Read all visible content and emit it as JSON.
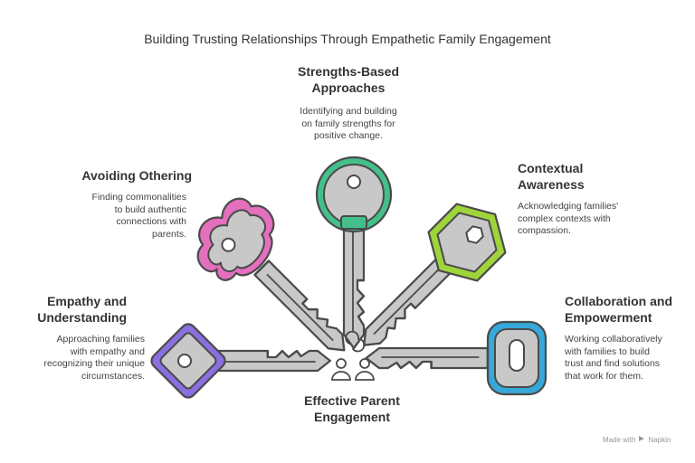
{
  "title": "Building Trusting Relationships Through Empathetic Family Engagement",
  "center": {
    "lines": [
      "Effective Parent",
      "Engagement"
    ],
    "icon": "people-collaboration-icon"
  },
  "items": [
    {
      "id": "strengths",
      "heading_lines": [
        "Strengths-Based",
        "Approaches"
      ],
      "desc_lines": [
        "Identifying and building",
        "on family strengths for",
        "positive change."
      ],
      "color": "#43c08a",
      "icon": "key-icon"
    },
    {
      "id": "othering",
      "heading_lines": [
        "Avoiding Othering"
      ],
      "desc_lines": [
        "Finding commonalities",
        "to build authentic",
        "connections with",
        "parents."
      ],
      "color": "#e36fbd",
      "icon": "key-icon"
    },
    {
      "id": "contextual",
      "heading_lines": [
        "Contextual",
        "Awareness"
      ],
      "desc_lines": [
        "Acknowledging families'",
        "complex contexts with",
        "compassion."
      ],
      "color": "#9fd43a",
      "icon": "key-icon"
    },
    {
      "id": "empathy",
      "heading_lines": [
        "Empathy and",
        "Understanding"
      ],
      "desc_lines": [
        "Approaching families",
        "with empathy and",
        "recognizing their unique",
        "circumstances."
      ],
      "color": "#8a6fe0",
      "icon": "key-icon"
    },
    {
      "id": "collaboration",
      "heading_lines": [
        "Collaboration and",
        "Empowerment"
      ],
      "desc_lines": [
        "Working collaboratively",
        "with families to build",
        "trust and find solutions",
        "that work for them."
      ],
      "color": "#36a8d9",
      "icon": "key-icon"
    }
  ],
  "footer": {
    "made_with": "Made with",
    "brand": "Napkin"
  },
  "colors": {
    "key_gray": "#c8c8c8",
    "outline": "#4a4a4a",
    "text": "#333333"
  }
}
